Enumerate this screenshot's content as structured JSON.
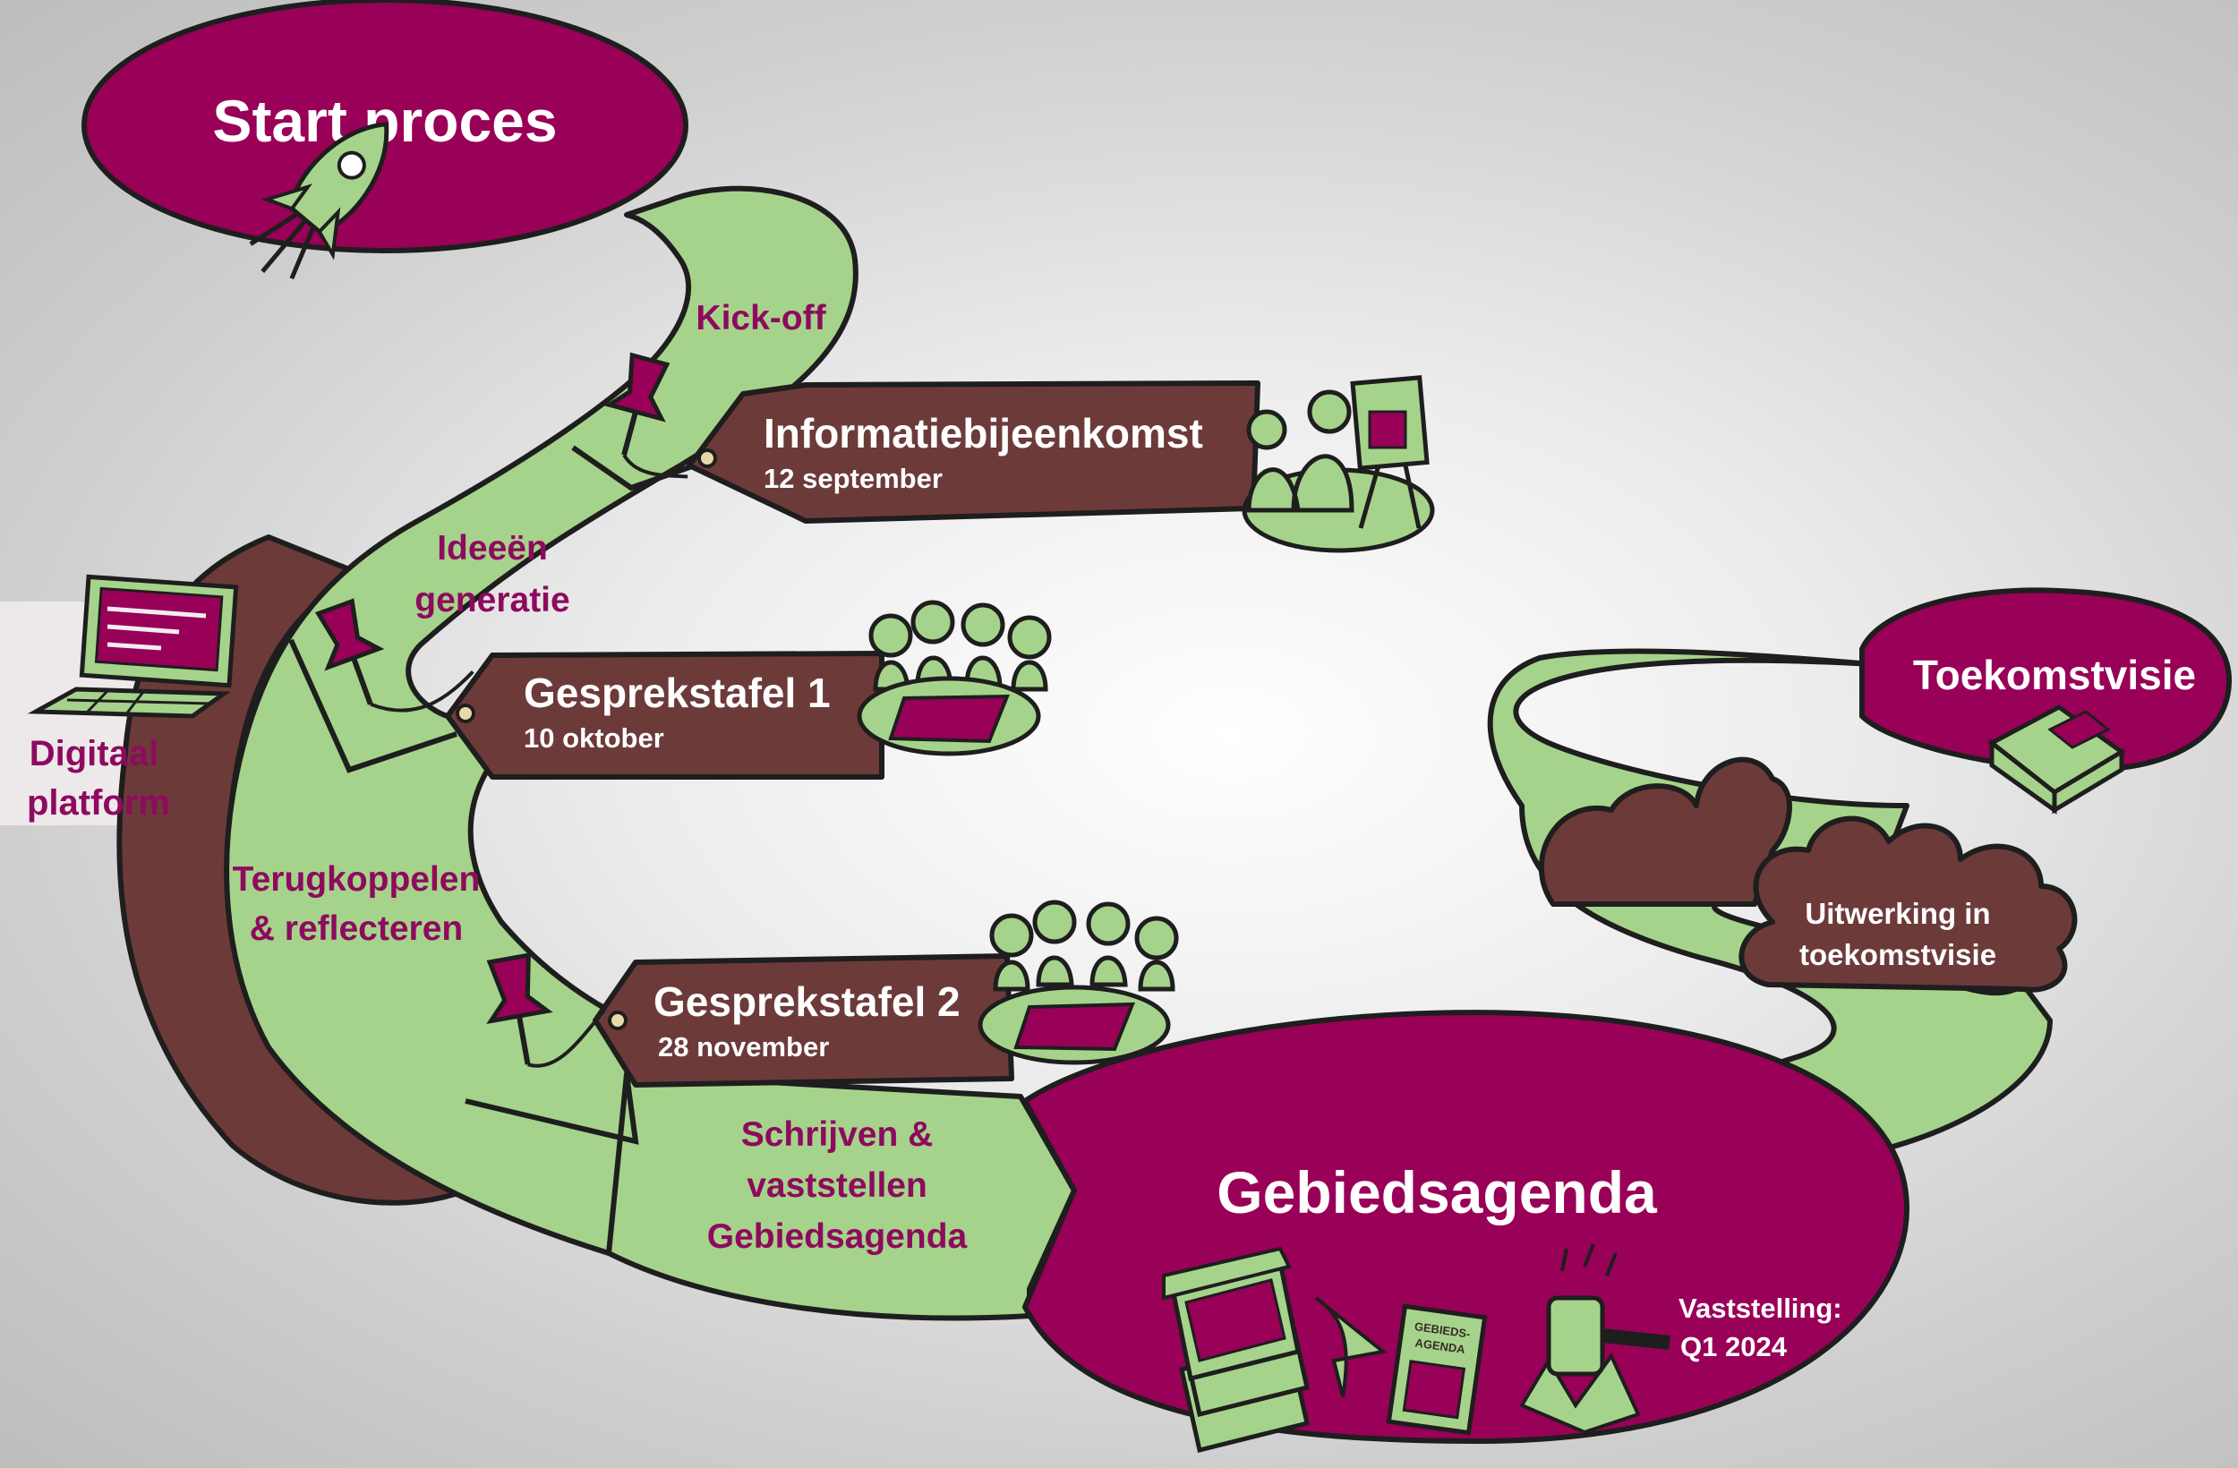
{
  "colors": {
    "magenta": "#990058",
    "green": "#a6d38b",
    "brown": "#6d3a3a",
    "ink": "#1e1e1e",
    "accent_text": "#8e0a5e"
  },
  "start": {
    "title": "Start proces",
    "icon": "rocket-icon"
  },
  "steps": {
    "kickoff": "Kick-off",
    "ideeen_l1": "Ideeën",
    "ideeen_l2": "generatie",
    "terug_l1": "Terugkoppelen",
    "terug_l2": "& reflecteren",
    "schrijven_l1": "Schrijven &",
    "schrijven_l2": "vaststellen",
    "schrijven_l3": "Gebiedsagenda"
  },
  "milestones": [
    {
      "title": "Informatiebijeenkomst",
      "date": "12 september",
      "icon": "presentation-people-icon"
    },
    {
      "title": "Gesprekstafel 1",
      "date": "10 oktober",
      "icon": "round-table-icon"
    },
    {
      "title": "Gesprekstafel 2",
      "date": "28 november",
      "icon": "round-table-icon"
    }
  ],
  "platform": {
    "line1": "Digitaal",
    "line2": "platform",
    "icon": "laptop-icon"
  },
  "gebiedsagenda": {
    "title": "Gebiedsagenda",
    "vaststelling_l1": "Vaststelling:",
    "vaststelling_l2": "Q1 2024",
    "doc_label_l1": "GEBIEDS-",
    "doc_label_l2": "AGENDA"
  },
  "toekomst": {
    "title": "Toekomstvisie",
    "cloud_l1": "Uitwerking in",
    "cloud_l2": "toekomstvisie",
    "icon": "book-icon"
  }
}
